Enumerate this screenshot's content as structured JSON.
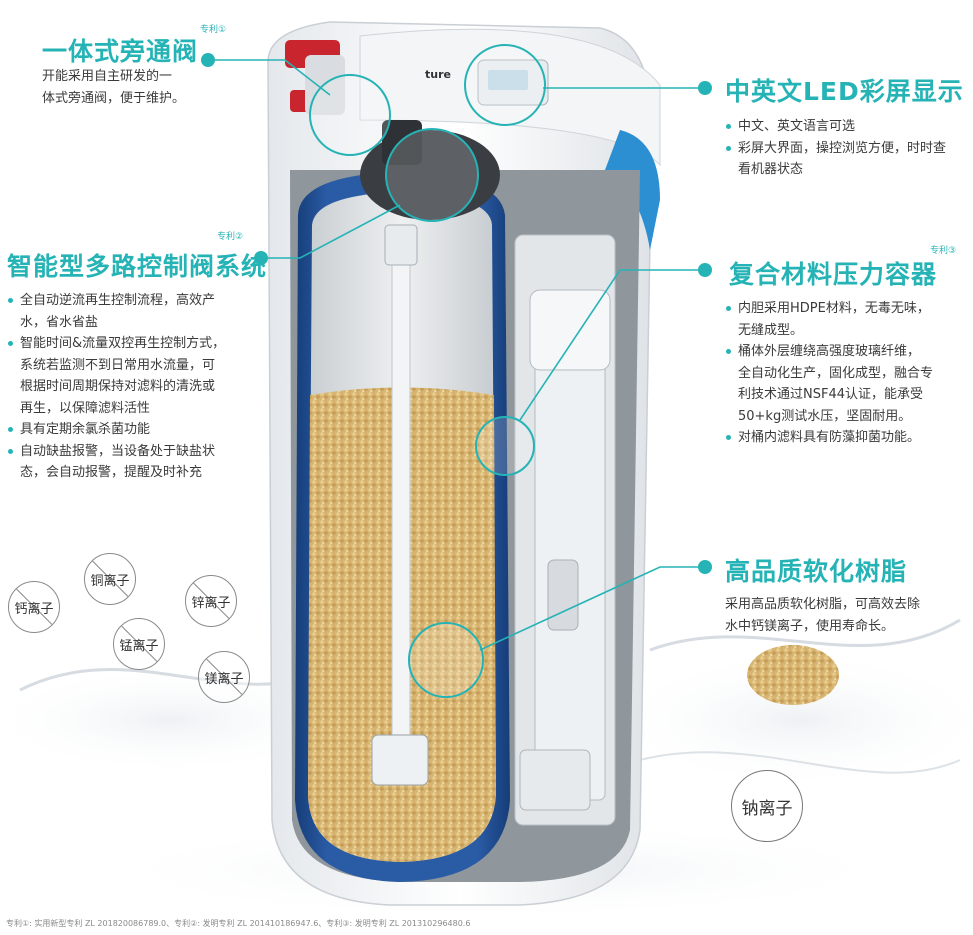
{
  "features": {
    "bypass": {
      "title": "一体式旁通阀",
      "patent": "专利①",
      "lines": [
        "开能采用自主研发的一",
        "体式旁通阀，便于维护。"
      ]
    },
    "display": {
      "title": "中英文LED彩屏显示",
      "items": [
        [
          "中文、英文语言可选"
        ],
        [
          "彩屏大界面，操控浏览方便，时时查",
          "看机器状态"
        ]
      ]
    },
    "control": {
      "title": "智能型多路控制阀系统",
      "patent": "专利②",
      "items": [
        [
          "全自动逆流再生控制流程，高效产",
          "水，省水省盐"
        ],
        [
          "智能时间&流量双控再生控制方式，",
          "系统若监测不到日常用水流量，可",
          "根据时间周期保持对滤料的清洗或",
          "再生，以保障滤料活性"
        ],
        [
          "具有定期余氯杀菌功能"
        ],
        [
          "自动缺盐报警，当设备处于缺盐状",
          "态，会自动报警，提醒及时补充"
        ]
      ]
    },
    "vessel": {
      "title": "复合材料压力容器",
      "patent": "专利③",
      "items": [
        [
          "内胆采用HDPE材料，无毒无味，",
          "无缝成型。"
        ],
        [
          "桶体外层缠绕高强度玻璃纤维，",
          "全自动化生产，固化成型，融合专",
          "利技术通过NSF44认证，能承受",
          "50+kg测试水压，坚固耐用。"
        ],
        [
          "对桶内滤料具有防藻抑菌功能。"
        ]
      ]
    },
    "resin": {
      "title": "高品质软化树脂",
      "lines": [
        "采用高品质软化树脂，可高效去除",
        "水中钙镁离子，使用寿命长。"
      ]
    }
  },
  "ions": {
    "copper": "铜离子",
    "zinc": "锌离子",
    "calcium": "钙离子",
    "manganese": "锰离子",
    "magnesium": "镁离子",
    "sodium": "钠离子"
  },
  "product": {
    "brand_fragment": "ture"
  },
  "footer": "专利①: 实用新型专利 ZL 201820086789.0、专利②: 发明专利 ZL 201410186947.6、专利③: 发明专利 ZL 201310296480.6",
  "colors": {
    "accent": "#26b3b6",
    "tank_blue": "#1d4f93",
    "resin": "#d9b877"
  }
}
